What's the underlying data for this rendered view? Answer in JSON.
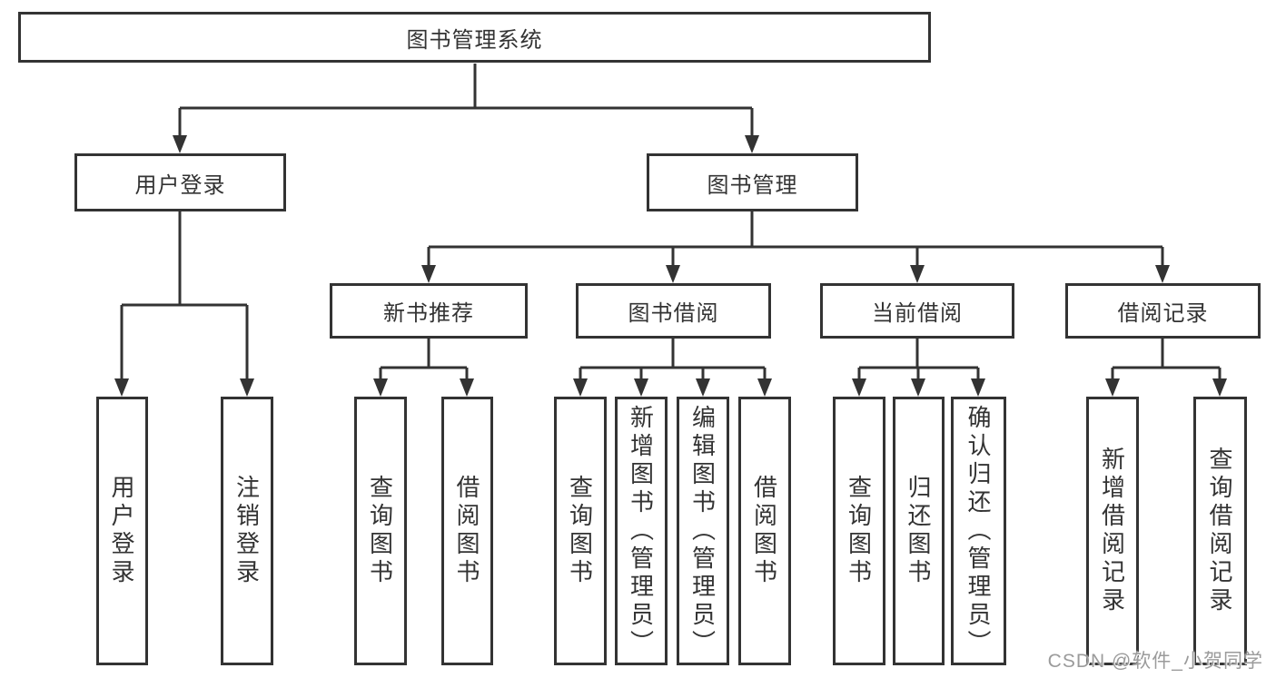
{
  "diagram": {
    "line_color": "#333333",
    "text_color": "#333333",
    "nodes": {
      "root": {
        "label": "图书管理系统"
      },
      "level2": [
        {
          "label": "用户登录"
        },
        {
          "label": "图书管理"
        }
      ],
      "level3": [
        {
          "label": "新书推荐",
          "parent": "图书管理"
        },
        {
          "label": "图书借阅",
          "parent": "图书管理"
        },
        {
          "label": "当前借阅",
          "parent": "图书管理"
        },
        {
          "label": "借阅记录",
          "parent": "图书管理"
        }
      ],
      "leaves": [
        {
          "label": "用户登录",
          "parent": "用户登录"
        },
        {
          "label": "注销登录",
          "parent": "用户登录"
        },
        {
          "label": "查询图书",
          "parent": "新书推荐"
        },
        {
          "label": "借阅图书",
          "parent": "新书推荐"
        },
        {
          "label": "查询图书",
          "parent": "图书借阅"
        },
        {
          "label": "新增图书（管理员）",
          "parent": "图书借阅"
        },
        {
          "label": "编辑图书（管理员）",
          "parent": "图书借阅"
        },
        {
          "label": "借阅图书",
          "parent": "图书借阅"
        },
        {
          "label": "查询图书",
          "parent": "当前借阅"
        },
        {
          "label": "归还图书",
          "parent": "当前借阅"
        },
        {
          "label": "确认归还（管理员）",
          "parent": "当前借阅"
        },
        {
          "label": "新增借阅记录",
          "parent": "借阅记录"
        },
        {
          "label": "查询借阅记录",
          "parent": "借阅记录"
        }
      ]
    }
  },
  "watermark": {
    "text": "CSDN @软件_小贺同学",
    "color": "#9b9b9b"
  }
}
